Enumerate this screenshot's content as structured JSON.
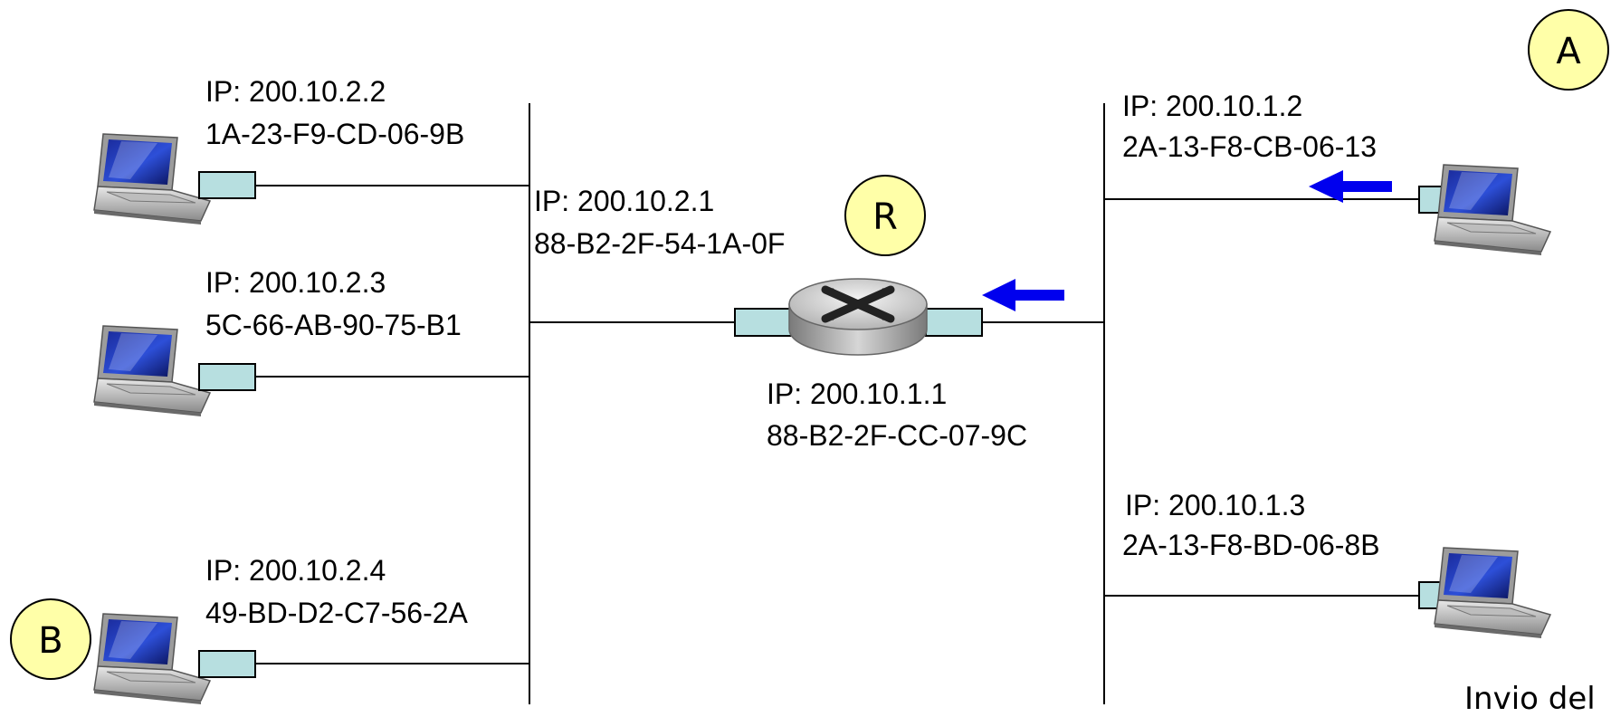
{
  "nodes": {
    "A": "A",
    "B": "B",
    "R": "R"
  },
  "hosts": {
    "left1": {
      "ip": "IP: 200.10.2.2",
      "mac": "1A-23-F9-CD-06-9B"
    },
    "left2": {
      "ip": "IP: 200.10.2.3",
      "mac": "5C-66-AB-90-75-B1"
    },
    "left3": {
      "ip": "IP: 200.10.2.4",
      "mac": "49-BD-D2-C7-56-2A"
    },
    "right1": {
      "ip": "IP: 200.10.1.2",
      "mac": "2A-13-F8-CB-06-13"
    },
    "right2": {
      "ip": "IP: 200.10.1.3",
      "mac": "2A-13-F8-BD-06-8B"
    }
  },
  "router": {
    "left_if": {
      "ip": "IP: 200.10.2.1",
      "mac": "88-B2-2F-54-1A-0F"
    },
    "right_if": {
      "ip": "IP: 200.10.1.1",
      "mac": "88-B2-2F-CC-07-9C"
    }
  },
  "caption_partial": "Invio del",
  "colors": {
    "circle_fill": "#ffffa8",
    "adapter_fill": "#b7dfe0",
    "arrow": "#0000ee"
  }
}
